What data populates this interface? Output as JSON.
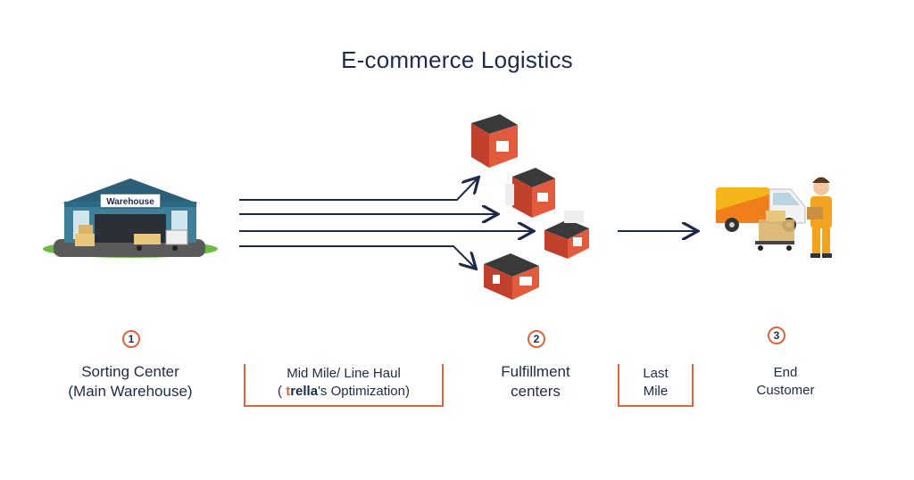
{
  "title": "E-commerce Logistics",
  "warehouse_sign": "Warehouse",
  "stages": [
    {
      "number": "1",
      "line1": "Sorting Center",
      "line2": "(Main Warehouse)"
    },
    {
      "number": "2",
      "line1": "Fulfillment",
      "line2": "centers"
    },
    {
      "number": "3",
      "line1": "End",
      "line2": "Customer"
    }
  ],
  "mid_mile": {
    "line1": "Mid Mile/ Line Haul",
    "prefix": "( ",
    "brand_first": "t",
    "brand_rest": "rella",
    "suffix": "'s Optimization)"
  },
  "last_mile": {
    "line1": "Last",
    "line2": "Mile"
  },
  "colors": {
    "accent": "#e0643a",
    "text": "#1f2a4a",
    "arrow": "#1f2a4a"
  }
}
